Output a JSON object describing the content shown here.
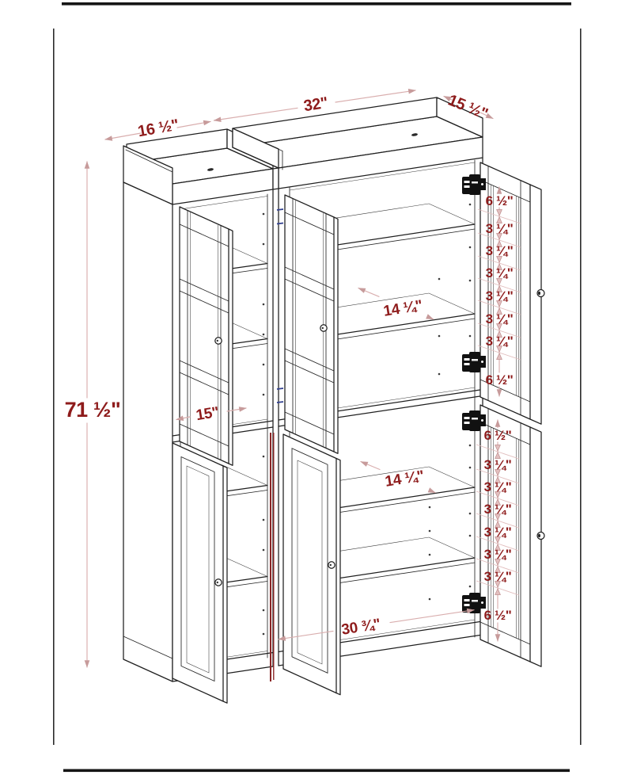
{
  "dims": {
    "w_left": "16 ½\"",
    "w_right": "32\"",
    "depth": "15 ½\"",
    "height": "71 ½\"",
    "inner_left": "15\"",
    "shelf_upper": "14 ¼\"",
    "shelf_lower": "14 ¼\"",
    "inner_bottom": "30 ¾\"",
    "col_upper": [
      "6 ½\"",
      "3 ¼\"",
      "3 ¼\"",
      "3 ¼\"",
      "3 ¼\"",
      "3 ¼\"",
      "3 ¼\"",
      "6 ½\""
    ],
    "col_lower": [
      "6 ½\"",
      "3 ¼\"",
      "3 ¼\"",
      "3 ¼\"",
      "3 ¼\"",
      "3 ¼\"",
      "3 ¼\"",
      "6 ½\""
    ]
  },
  "colors": {
    "dimension_text": "#8e1b1b",
    "dimension_line": "#d9aeae",
    "drawing_line": "#1f1f1f",
    "accent_red_line": "#8a2626",
    "accent_blue_mark": "#32408f"
  }
}
